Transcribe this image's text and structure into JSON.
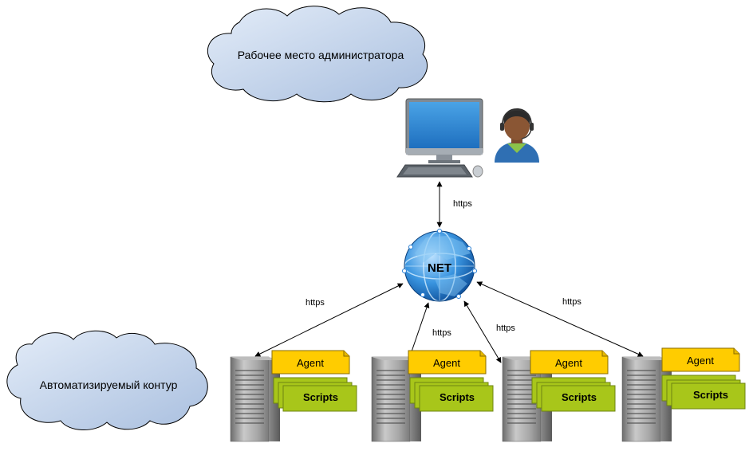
{
  "clouds": {
    "admin": "Рабочее место администратора",
    "contour": "Автоматизируемый контур"
  },
  "net": {
    "label": "NET"
  },
  "connections": {
    "admin_link": "https",
    "server_links": [
      "https",
      "https",
      "https",
      "https"
    ]
  },
  "servers": [
    {
      "agent": "Agent",
      "scripts": "Scripts"
    },
    {
      "agent": "Agent",
      "scripts": "Scripts"
    },
    {
      "agent": "Agent",
      "scripts": "Scripts"
    },
    {
      "agent": "Agent",
      "scripts": "Scripts"
    }
  ],
  "colors": {
    "cloud_fill": "#c9d8ee",
    "agent_fill": "#ffcc00",
    "scripts_fill": "#a8c61a",
    "globe": "#2a7fd4"
  },
  "icons": [
    "workstation-icon",
    "administrator-icon",
    "globe-icon",
    "server-icon"
  ]
}
